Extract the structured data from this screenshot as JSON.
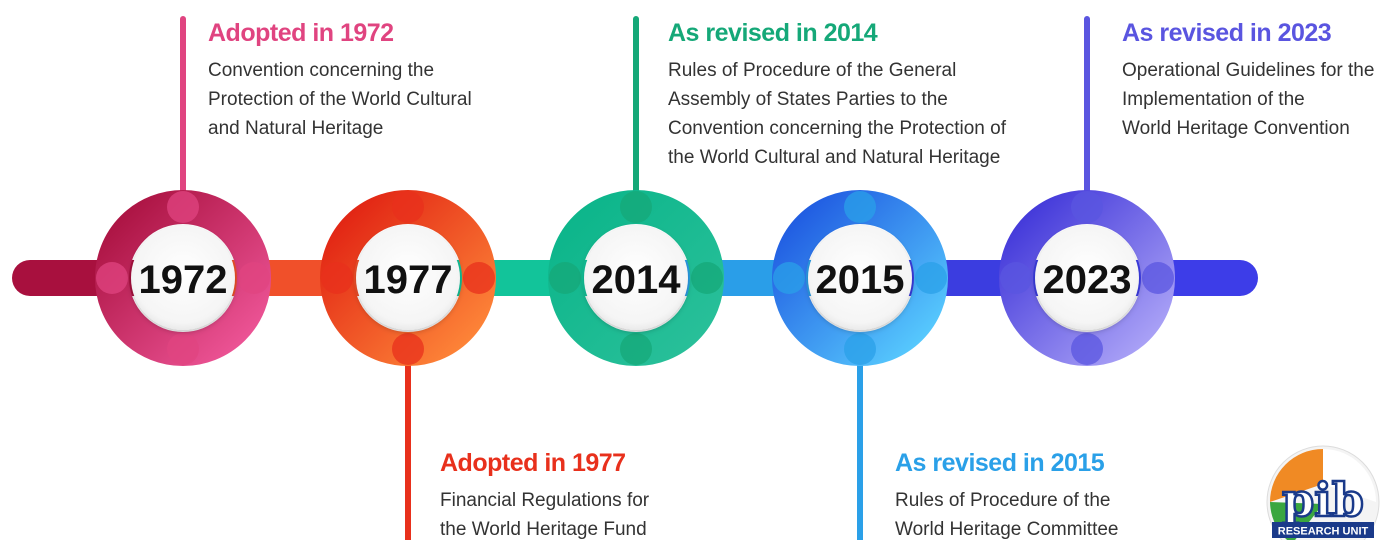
{
  "colors": {
    "c1972": "#e04480",
    "c1977": "#e8301c",
    "c2014": "#15a878",
    "c2015": "#2aa0e8",
    "c2023": "#5a55e0",
    "text": "#333333"
  },
  "milestones": [
    {
      "year": "1972",
      "heading": "Adopted in 1972",
      "lines": [
        "Convention concerning the",
        "Protection of the World Cultural",
        "and Natural Heritage"
      ]
    },
    {
      "year": "1977",
      "heading": "Adopted in 1977",
      "lines": [
        "Financial Regulations for",
        "the World Heritage Fund"
      ]
    },
    {
      "year": "2014",
      "heading": "As revised in 2014",
      "lines": [
        "Rules of Procedure of the General",
        "Assembly of States Parties to the",
        "Convention concerning the Protection of",
        "the World Cultural and Natural Heritage"
      ]
    },
    {
      "year": "2015",
      "heading": "As revised in 2015",
      "lines": [
        "Rules of Procedure of the",
        "World Heritage Committee"
      ]
    },
    {
      "year": "2023",
      "heading": "As revised in 2023",
      "lines": [
        "Operational Guidelines for the",
        "Implementation of the",
        "World Heritage Convention"
      ]
    }
  ],
  "logo": {
    "text": "pib",
    "subtext": "RESEARCH UNIT",
    "icon": "pib-research-unit-logo"
  }
}
